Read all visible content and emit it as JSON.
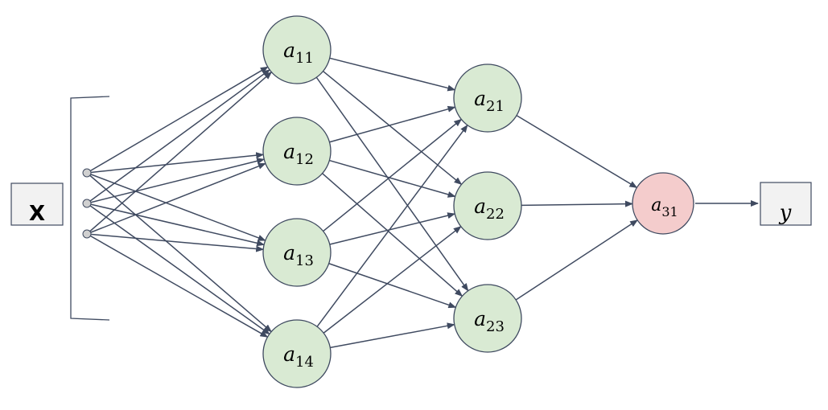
{
  "input_box": {
    "label": "X"
  },
  "output_box": {
    "label": "y"
  },
  "input_points": [
    "p1",
    "p2",
    "p3"
  ],
  "layers": [
    {
      "nodes": [
        {
          "id": "a11",
          "base": "a",
          "sub": "11"
        },
        {
          "id": "a12",
          "base": "a",
          "sub": "12"
        },
        {
          "id": "a13",
          "base": "a",
          "sub": "13"
        },
        {
          "id": "a14",
          "base": "a",
          "sub": "14"
        }
      ]
    },
    {
      "nodes": [
        {
          "id": "a21",
          "base": "a",
          "sub": "21"
        },
        {
          "id": "a22",
          "base": "a",
          "sub": "22"
        },
        {
          "id": "a23",
          "base": "a",
          "sub": "23"
        }
      ]
    },
    {
      "nodes": [
        {
          "id": "a31",
          "base": "a",
          "sub": "31"
        }
      ]
    }
  ],
  "colors": {
    "hidden_fill": "#d9ead3",
    "output_fill": "#f4cccc",
    "stroke": "#3f4a60",
    "box_fill": "#f2f2f2",
    "input_point_fill": "#d0d0d0"
  }
}
